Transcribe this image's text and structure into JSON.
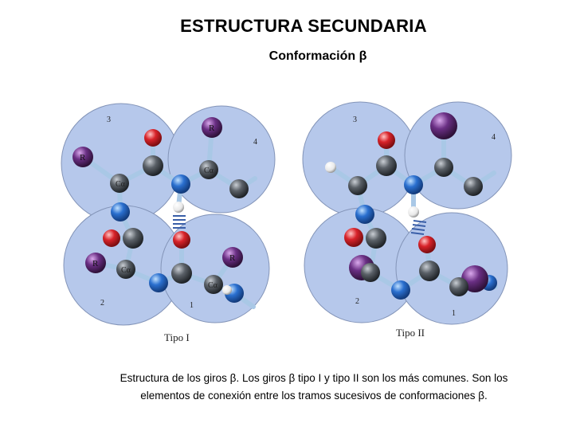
{
  "title": "ESTRUCTURA SECUNDARIA",
  "subtitle": "Conformación β",
  "caption": {
    "line1": "Estructura de los giros β. Los giros β tipo I y tipo II son los más comunes. Son los",
    "line2": "elementos de conexión entre los tramos sucesivos de conformaciones β."
  },
  "panels": {
    "tipo1": {
      "label": "Tipo I",
      "region_numbers": [
        "3",
        "4",
        "2",
        "1"
      ],
      "r_labels": [
        "R",
        "R",
        "R",
        "R"
      ],
      "ca_labels": [
        "Cα",
        "Cα",
        "Cα",
        "Cα"
      ]
    },
    "tipo2": {
      "label": "Tipo II",
      "region_numbers": [
        "3",
        "4",
        "2",
        "1"
      ]
    }
  },
  "colors": {
    "sphere_fill": "#b3c6ea",
    "sphere_stroke": "#7d8fb5",
    "carbon": "#3d4248",
    "nitrogen": "#2a6fcf",
    "oxygen": "#d8232a",
    "r_group": "#5a2a6e",
    "bond": "#a9c8e6",
    "hbond": "#3a5fa8"
  }
}
